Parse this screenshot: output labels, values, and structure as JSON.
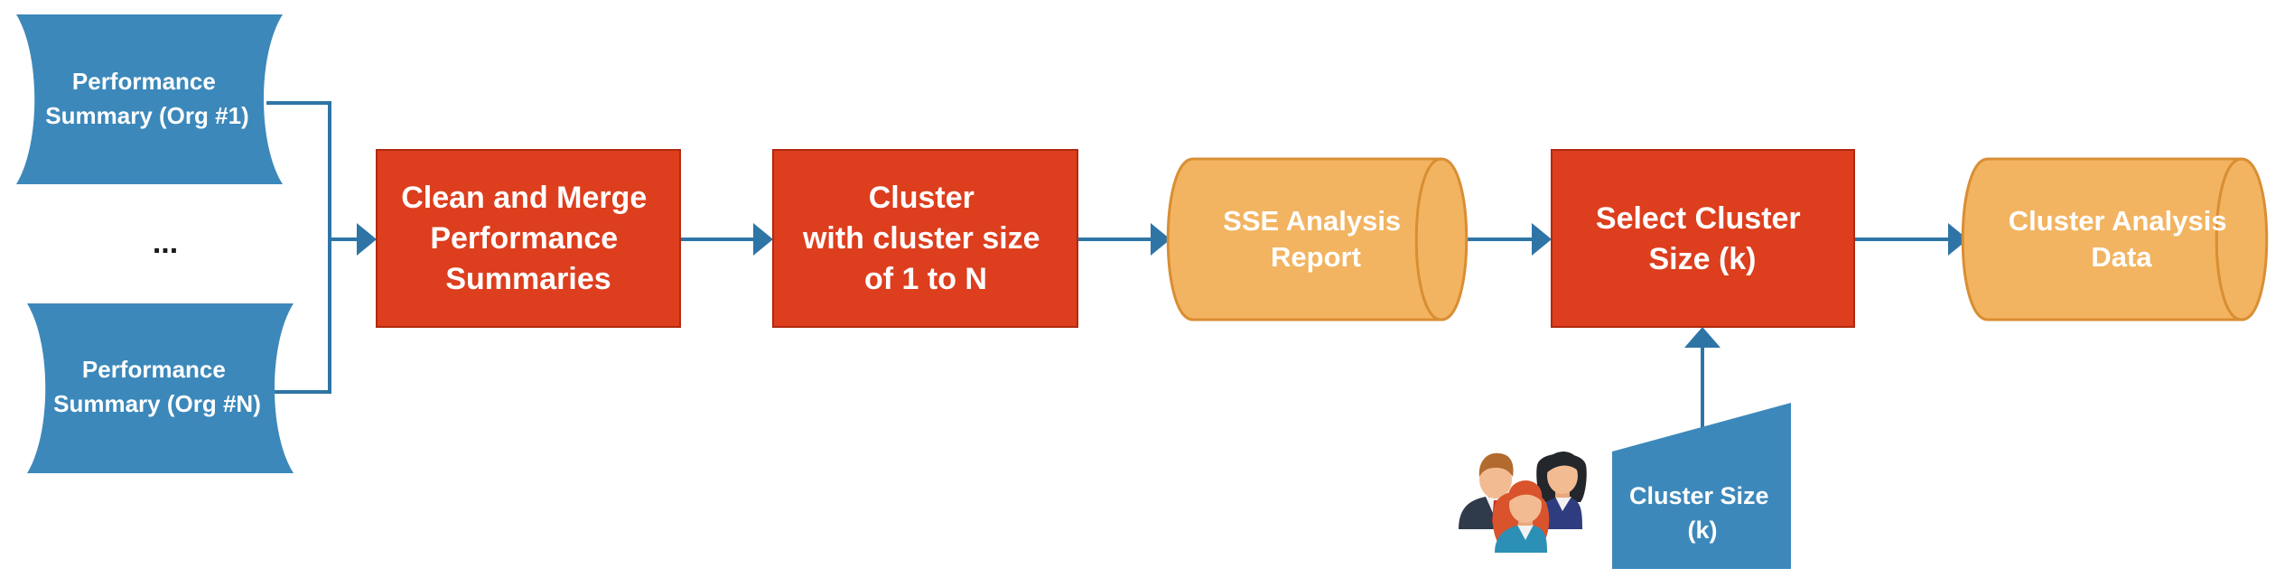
{
  "colors": {
    "connector": "#2E75A6",
    "document_fill": "#3C88BA",
    "process_fill": "#DD3E1E",
    "process_stroke": "#B02A0F",
    "store_fill": "#F2B461",
    "store_stroke": "#D98E33",
    "input_fill": "#3C88BA"
  },
  "inputs": {
    "org_first": {
      "line1": "Performance",
      "line2": "Summary (Org #1)"
    },
    "ellipsis": "...",
    "org_last": {
      "line1": "Performance",
      "line2": "Summary (Org #N)"
    }
  },
  "steps": {
    "clean_merge": {
      "line1": "Clean and Merge",
      "line2": "Performance",
      "line3": "Summaries"
    },
    "cluster": {
      "line1": "Cluster",
      "line2": "with cluster size",
      "line3": "of 1 to N"
    },
    "sse_report": {
      "line1": "SSE Analysis",
      "line2": "Report"
    },
    "select_size": {
      "line1": "Select Cluster",
      "line2": "Size (k)"
    },
    "cluster_data": {
      "line1": "Cluster Analysis",
      "line2": "Data"
    }
  },
  "manual_input": {
    "line1": "Cluster Size",
    "line2": "(k)"
  },
  "icons": {
    "users": "users-group-icon"
  }
}
